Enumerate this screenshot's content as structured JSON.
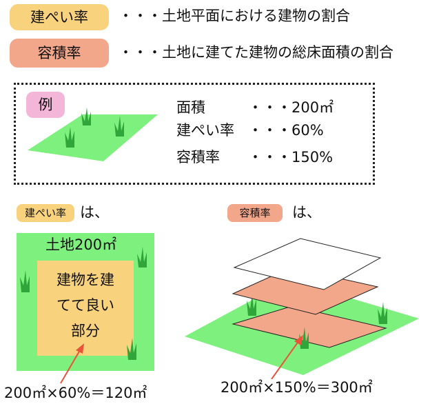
{
  "definitions": [
    {
      "term": "建ぺい率",
      "text": "・・・土地平面における建物の割合",
      "color": "#f9d27e"
    },
    {
      "term": "容積率",
      "text": "・・・土地に建てた建物の総床面積の割合",
      "color": "#f2a68a"
    }
  ],
  "example": {
    "badge": "例",
    "badge_color": "#f3b6d9",
    "rows": [
      {
        "label": "面積",
        "value": "・・・200㎡"
      },
      {
        "label": "建ぺい率",
        "value": "・・・60%"
      },
      {
        "label": "容積率",
        "value": "・・・150%"
      }
    ]
  },
  "coverage": {
    "badge": "建ぺい率",
    "suffix": "は、",
    "land_label": "土地200㎡",
    "building_lines": [
      "建物を建",
      "てて良い",
      "部分"
    ],
    "formula": "200㎡×60%＝120㎡"
  },
  "volume": {
    "badge": "容積率",
    "suffix": "は、",
    "formula": "200㎡×150%＝300㎡"
  },
  "colors": {
    "grass": "#7ef07e",
    "building": "#f9d27e",
    "floor": "#f2a68a",
    "arrow": "#e8533a",
    "tuft": "#2fa53a"
  }
}
